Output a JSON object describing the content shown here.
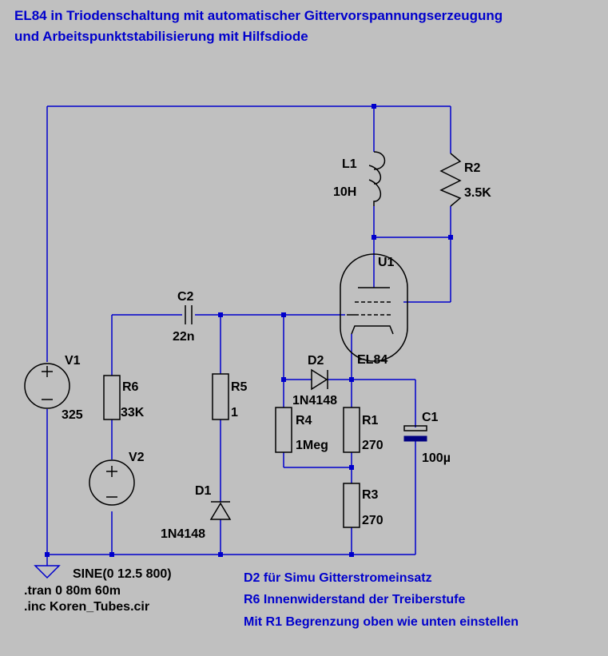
{
  "title": {
    "line1": "EL84 in Triodenschaltung mit automatischer Gittervorspannungserzeugung",
    "line2": "und Arbeitspunktstabilisierung mit Hilfsdiode"
  },
  "components": {
    "L1": {
      "name": "L1",
      "value": "10H"
    },
    "R2": {
      "name": "R2",
      "value": "3.5K"
    },
    "U1": {
      "name": "U1",
      "value": "EL84"
    },
    "C2": {
      "name": "C2",
      "value": "22n"
    },
    "V1": {
      "name": "V1",
      "value": "325"
    },
    "R6": {
      "name": "R6",
      "value": "33K"
    },
    "R5": {
      "name": "R5",
      "value": "1"
    },
    "D2": {
      "name": "D2",
      "value": "1N4148"
    },
    "R4": {
      "name": "R4",
      "value": "1Meg"
    },
    "R1": {
      "name": "R1",
      "value": "270"
    },
    "C1": {
      "name": "C1",
      "value": "100µ"
    },
    "V2": {
      "name": "V2",
      "value": "SINE(0 12.5 800)"
    },
    "D1": {
      "name": "D1",
      "value": "1N4148"
    },
    "R3": {
      "name": "R3",
      "value": "270"
    }
  },
  "directives": {
    "tran": ".tran 0 80m 60m",
    "inc": ".inc Koren_Tubes.cir"
  },
  "notes": {
    "n1": "D2 für Simu Gitterstromeinsatz",
    "n2": "R6 Innenwiderstand der Treiberstufe",
    "n3": "Mit R1 Begrenzung oben wie unten einstellen"
  },
  "colors": {
    "background": "#c0c0c0",
    "wire": "#0000cc",
    "component": "#000000",
    "text_blue": "#0000cc"
  }
}
